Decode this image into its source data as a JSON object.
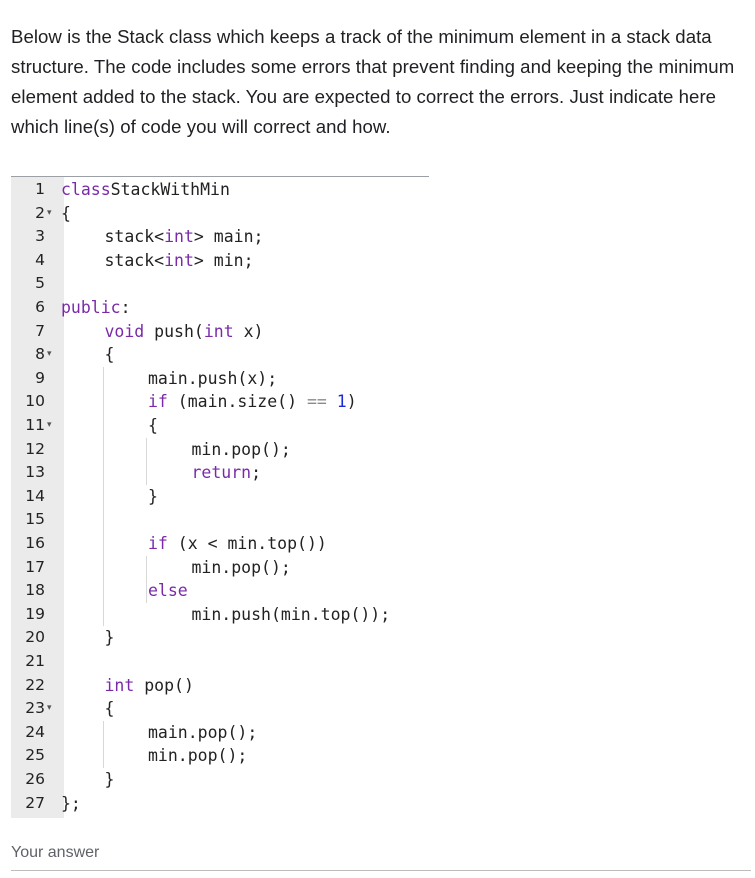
{
  "question": {
    "text": "Below is the Stack class which keeps a track of the minimum element in a stack data structure. The code includes some errors that prevent finding and keeping the minimum element added to the stack. You are expected to correct the errors. Just indicate here which line(s) of code you will correct and how."
  },
  "code": {
    "lines": [
      {
        "n": "1",
        "fold": false,
        "indent": 0,
        "tokens": [
          [
            "kw",
            "class"
          ],
          [
            "",
            "StackWithMin"
          ]
        ]
      },
      {
        "n": "2",
        "fold": true,
        "indent": 0,
        "tokens": [
          [
            "",
            "{"
          ]
        ]
      },
      {
        "n": "3",
        "fold": false,
        "indent": 1,
        "tokens": [
          [
            "",
            "stack<"
          ],
          [
            "ty",
            "int"
          ],
          [
            "",
            "> main;"
          ]
        ]
      },
      {
        "n": "4",
        "fold": false,
        "indent": 1,
        "tokens": [
          [
            "",
            "stack<"
          ],
          [
            "ty",
            "int"
          ],
          [
            "",
            "> min;"
          ]
        ]
      },
      {
        "n": "5",
        "fold": false,
        "indent": 0,
        "tokens": []
      },
      {
        "n": "6",
        "fold": false,
        "indent": 0,
        "tokens": [
          [
            "kw",
            "public"
          ],
          [
            "",
            ":"
          ]
        ]
      },
      {
        "n": "7",
        "fold": false,
        "indent": 1,
        "tokens": [
          [
            "ty",
            "void"
          ],
          [
            "",
            " push("
          ],
          [
            "ty",
            "int"
          ],
          [
            "",
            " x)"
          ]
        ]
      },
      {
        "n": "8",
        "fold": true,
        "indent": 1,
        "tokens": [
          [
            "",
            "{"
          ]
        ]
      },
      {
        "n": "9",
        "fold": false,
        "indent": 2,
        "tokens": [
          [
            "",
            "main.push(x);"
          ]
        ]
      },
      {
        "n": "10",
        "fold": false,
        "indent": 2,
        "tokens": [
          [
            "kw",
            "if"
          ],
          [
            "",
            " (main.size() "
          ],
          [
            "op",
            "=="
          ],
          [
            "",
            " "
          ],
          [
            "nu",
            "1"
          ],
          [
            "",
            ")"
          ]
        ]
      },
      {
        "n": "11",
        "fold": true,
        "indent": 2,
        "tokens": [
          [
            "",
            "{"
          ]
        ]
      },
      {
        "n": "12",
        "fold": false,
        "indent": 3,
        "tokens": [
          [
            "",
            "min.pop();"
          ]
        ]
      },
      {
        "n": "13",
        "fold": false,
        "indent": 3,
        "tokens": [
          [
            "kw",
            "return"
          ],
          [
            "",
            ";"
          ]
        ]
      },
      {
        "n": "14",
        "fold": false,
        "indent": 2,
        "tokens": [
          [
            "",
            "}"
          ]
        ]
      },
      {
        "n": "15",
        "fold": false,
        "indent": 0,
        "tokens": []
      },
      {
        "n": "16",
        "fold": false,
        "indent": 2,
        "tokens": [
          [
            "kw",
            "if"
          ],
          [
            "",
            " (x < min.top())"
          ]
        ]
      },
      {
        "n": "17",
        "fold": false,
        "indent": 3,
        "tokens": [
          [
            "",
            "min.pop();"
          ]
        ]
      },
      {
        "n": "18",
        "fold": false,
        "indent": 2,
        "tokens": [
          [
            "kw",
            "else"
          ]
        ]
      },
      {
        "n": "19",
        "fold": false,
        "indent": 3,
        "tokens": [
          [
            "",
            "min.push(min.top());"
          ]
        ]
      },
      {
        "n": "20",
        "fold": false,
        "indent": 1,
        "tokens": [
          [
            "",
            "}"
          ]
        ]
      },
      {
        "n": "21",
        "fold": false,
        "indent": 0,
        "tokens": []
      },
      {
        "n": "22",
        "fold": false,
        "indent": 1,
        "tokens": [
          [
            "ty",
            "int"
          ],
          [
            "",
            " pop()"
          ]
        ]
      },
      {
        "n": "23",
        "fold": true,
        "indent": 1,
        "tokens": [
          [
            "",
            "{"
          ]
        ]
      },
      {
        "n": "24",
        "fold": false,
        "indent": 2,
        "tokens": [
          [
            "",
            "main.pop();"
          ]
        ]
      },
      {
        "n": "25",
        "fold": false,
        "indent": 2,
        "tokens": [
          [
            "",
            "min.pop();"
          ]
        ]
      },
      {
        "n": "26",
        "fold": false,
        "indent": 1,
        "tokens": [
          [
            "",
            "}"
          ]
        ]
      },
      {
        "n": "27",
        "fold": false,
        "indent": 0,
        "tokens": [
          [
            "",
            "};"
          ]
        ]
      }
    ]
  },
  "answer": {
    "label": "Your answer"
  }
}
